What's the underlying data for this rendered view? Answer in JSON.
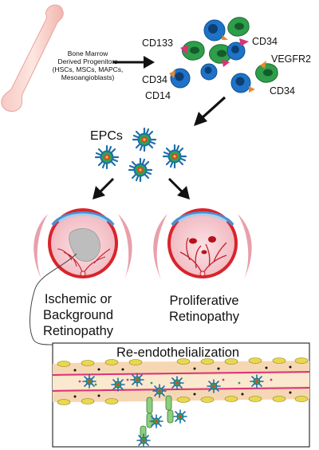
{
  "progenitors": {
    "line1": "Bone Marrow",
    "line2": "Derived Progenitors",
    "line3": "(HSCs, MSCs, MAPCs,",
    "line4": "Mesoangioblasts)"
  },
  "markers": {
    "cd133": "CD133",
    "cd34_top": "CD34",
    "vegfr2": "VEGFR2",
    "cd34_left": "CD34",
    "cd14": "CD14",
    "cd34_right": "CD34"
  },
  "epcs_label": "EPCs",
  "ischemic": {
    "line1": "Ischemic or",
    "line2": "Background",
    "line3": "Retinopathy"
  },
  "proliferative": {
    "line1": "Proliferative",
    "line2": "Retinopathy"
  },
  "reendo_title": "Re-endothelialization",
  "colors": {
    "blue_cell": "#1e73c8",
    "green_cell": "#2e9e4a",
    "epc_spike": "#1f6fa8",
    "epc_body": "#2fa34d",
    "epc_core": "#e2402e",
    "vessel_wall": "#f6d7b4",
    "endothelium": "#c8d94a",
    "retina_red": "#d8242b"
  }
}
